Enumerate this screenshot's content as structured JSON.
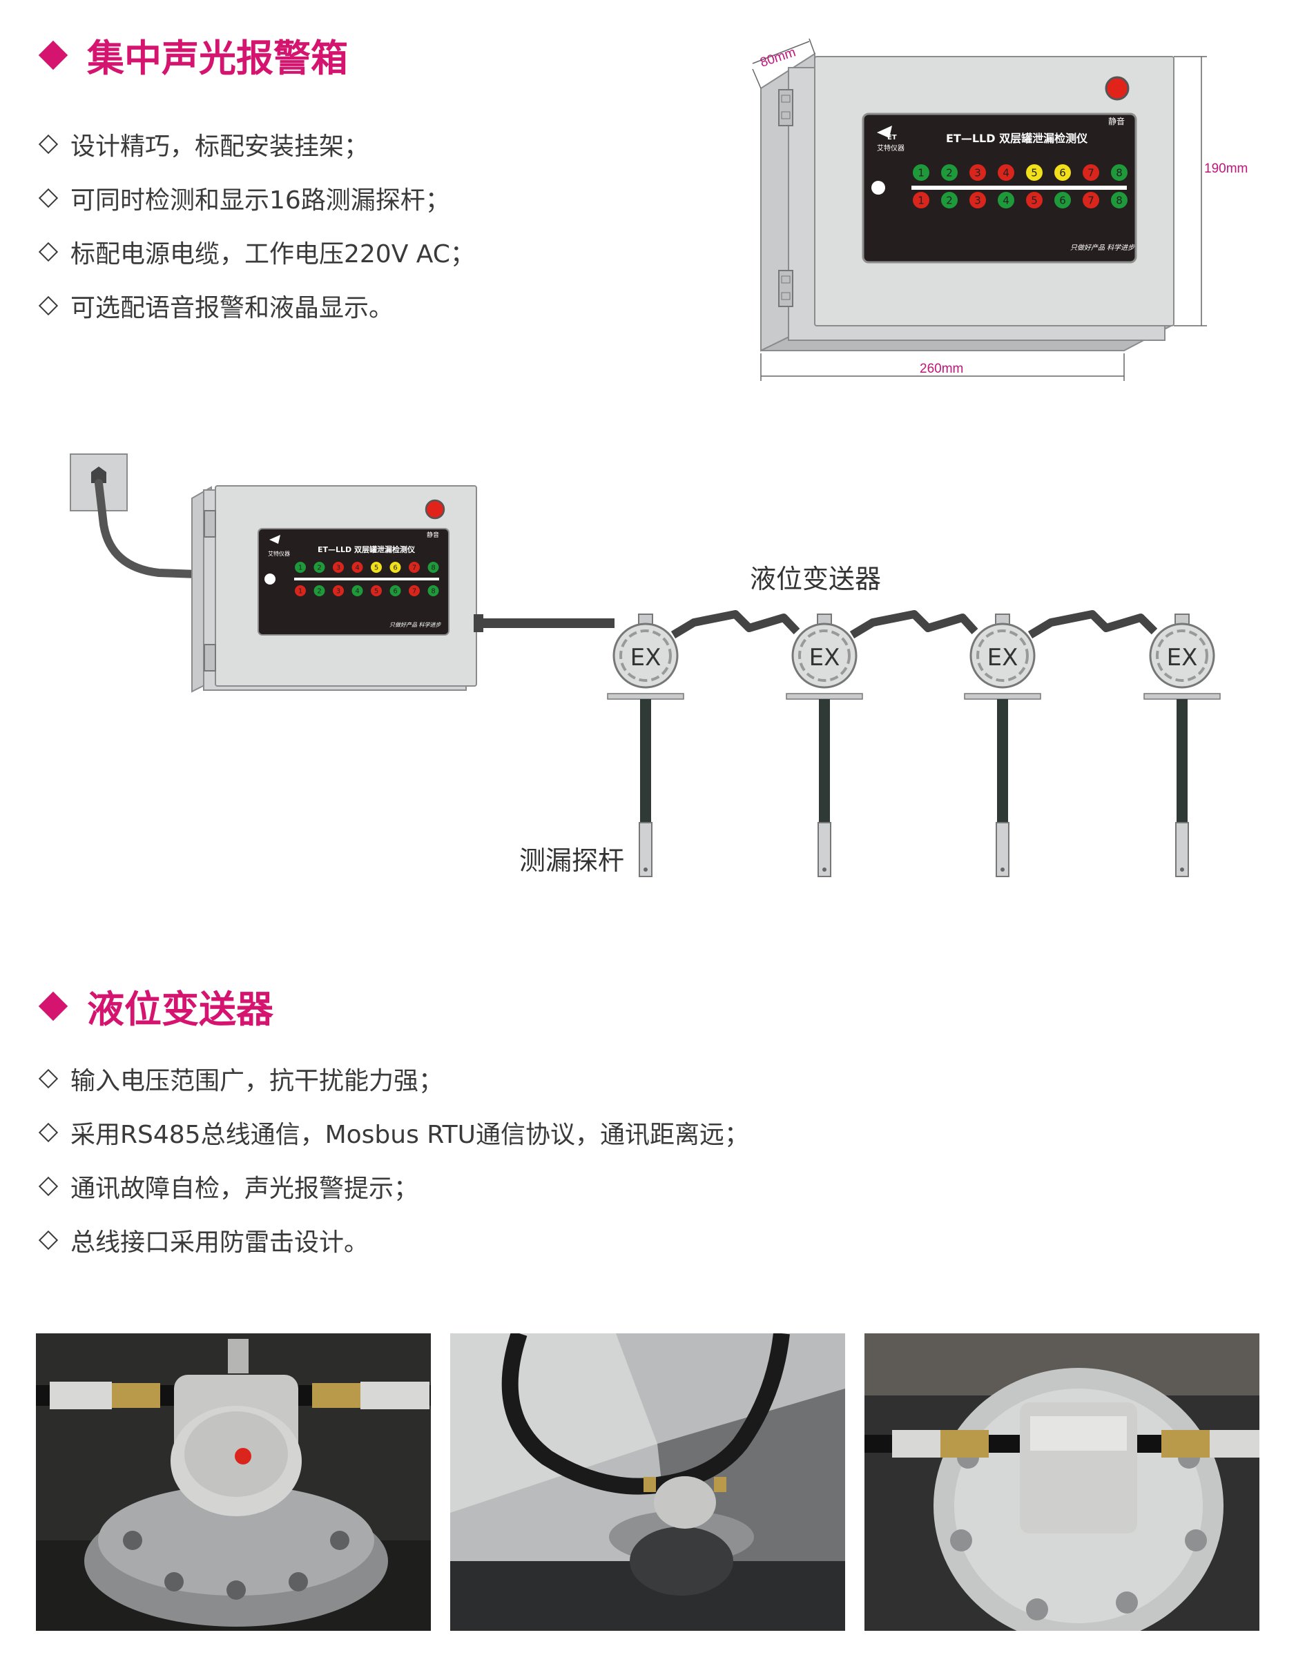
{
  "section1": {
    "title": "集中声光报警箱",
    "bullets": [
      "设计精巧，标配安装挂架；",
      "可同时检测和显示16路测漏探杆；",
      "标配电源电缆，工作电压220V AC；",
      "可选配语音报警和液晶显示。"
    ]
  },
  "box": {
    "model": "ET—LLD 双层罐泄漏检测仪",
    "brand": "艾特仪器",
    "mute": "静音",
    "slogan": "只做好产品 科学进步",
    "dims": {
      "depth": "80mm",
      "height": "190mm",
      "width": "260mm"
    },
    "row_top": [
      "1",
      "2",
      "3",
      "4",
      "5",
      "6",
      "7",
      "8"
    ],
    "row_top_colors": [
      "#1e9a3a",
      "#1e9a3a",
      "#d9251c",
      "#d9251c",
      "#f2e01a",
      "#f2e01a",
      "#d9251c",
      "#1e9a3a"
    ],
    "row_bottom": [
      "1",
      "2",
      "3",
      "4",
      "5",
      "6",
      "7",
      "8"
    ],
    "row_bottom_colors": [
      "#d9251c",
      "#1e9a3a",
      "#d9251c",
      "#1e9a3a",
      "#d9251c",
      "#1e9a3a",
      "#d9251c",
      "#1e9a3a"
    ]
  },
  "diagram": {
    "transmitter_label": "液位变送器",
    "probe_label": "测漏探杆",
    "ex_text": "EX"
  },
  "section2": {
    "title": "液位变送器",
    "bullets": [
      "输入电压范围广，抗干扰能力强；",
      "采用RS485总线通信，Mosbus RTU通信协议，通讯距离远；",
      "通讯故障自检，声光报警提示；",
      "总线接口采用防雷击设计。"
    ]
  },
  "colors": {
    "accent": "#d4146e",
    "dim": "#c0147a"
  }
}
